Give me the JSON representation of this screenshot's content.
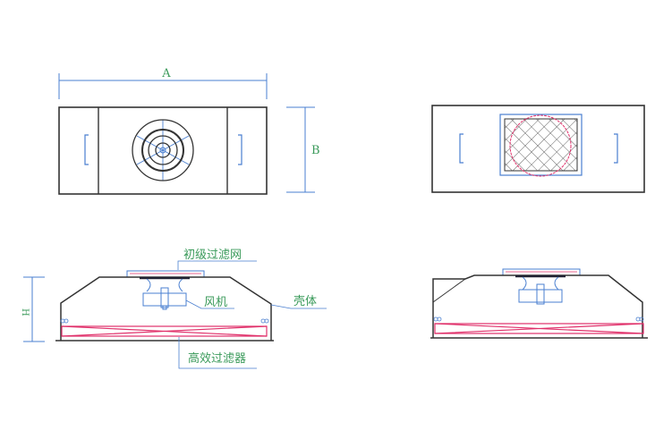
{
  "dimensions": {
    "width_label": "A",
    "depth_label": "B",
    "height_label": "H"
  },
  "labels": {
    "primary_filter": "初级过滤网",
    "fan": "风机",
    "housing": "壳体",
    "hepa_filter": "高效过滤器"
  },
  "colors": {
    "outline": "#333333",
    "dimension": "#4a7fd0",
    "label": "#3a9a5a",
    "filter": "#e0306a"
  }
}
